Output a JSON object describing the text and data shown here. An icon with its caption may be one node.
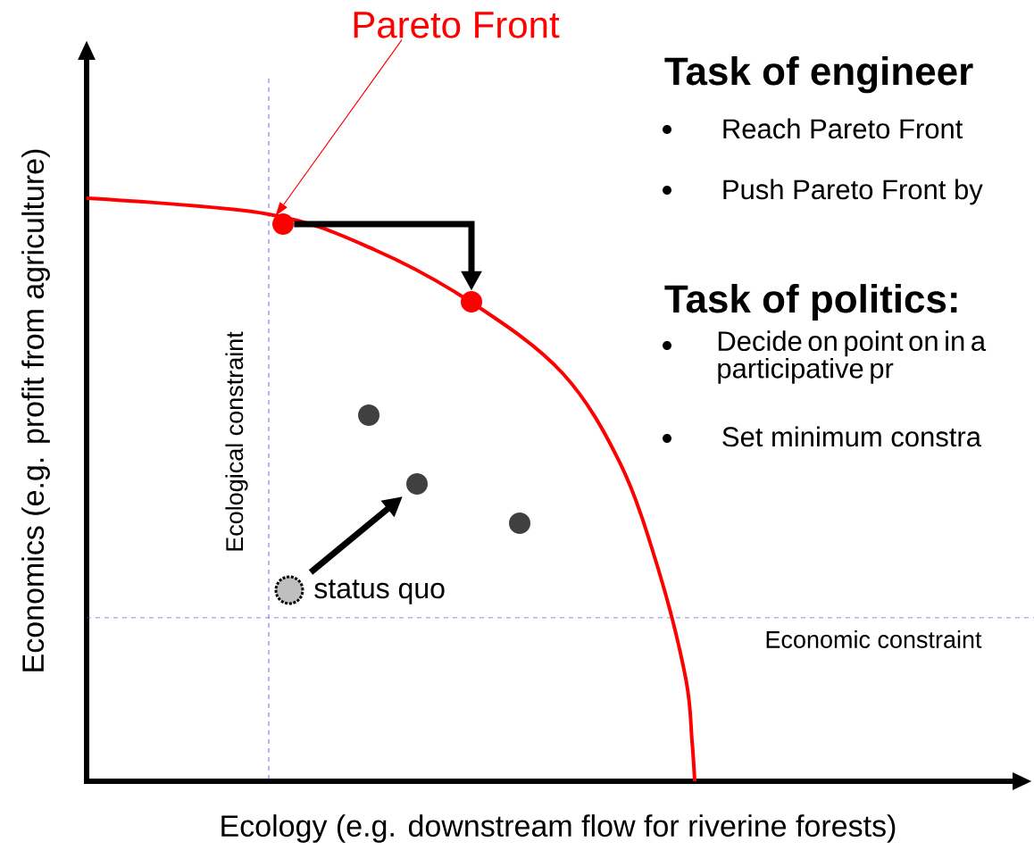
{
  "diagram": {
    "nodes": [
      {
        "text": [
          "Pareto Front"
        ]
      },
      {
        "text": [],
        "shape": "circle"
      },
      {
        "text": [],
        "shape": "circle"
      },
      {
        "text": [],
        "shape": "circle"
      },
      {
        "text": [],
        "shape": "circle"
      },
      {
        "text": [],
        "shape": "circle"
      },
      {
        "text": [],
        "shape": "circle",
        "beside": [
          "status quo"
        ]
      }
    ],
    "edges": [
      {
        "from": 0,
        "to": 1,
        "arrow": "to",
        "color": "#ff0000"
      },
      {
        "from": 1,
        "to": 2,
        "arrow": "to"
      },
      {
        "from": 6,
        "to": 4,
        "arrow": "to"
      }
    ],
    "labels": [
      "Economics (e.g. profit from agriculture)",
      "Ecological constraint",
      "Economic constraint",
      "Ecology (e.g. downstream flow for riverine forests)",
      "Task of engineer",
      "Reach Pareto Front",
      "Push Pareto Front by",
      "Task of politics:",
      "Decide on point on in a participative pr",
      "Set minimum constra"
    ]
  }
}
